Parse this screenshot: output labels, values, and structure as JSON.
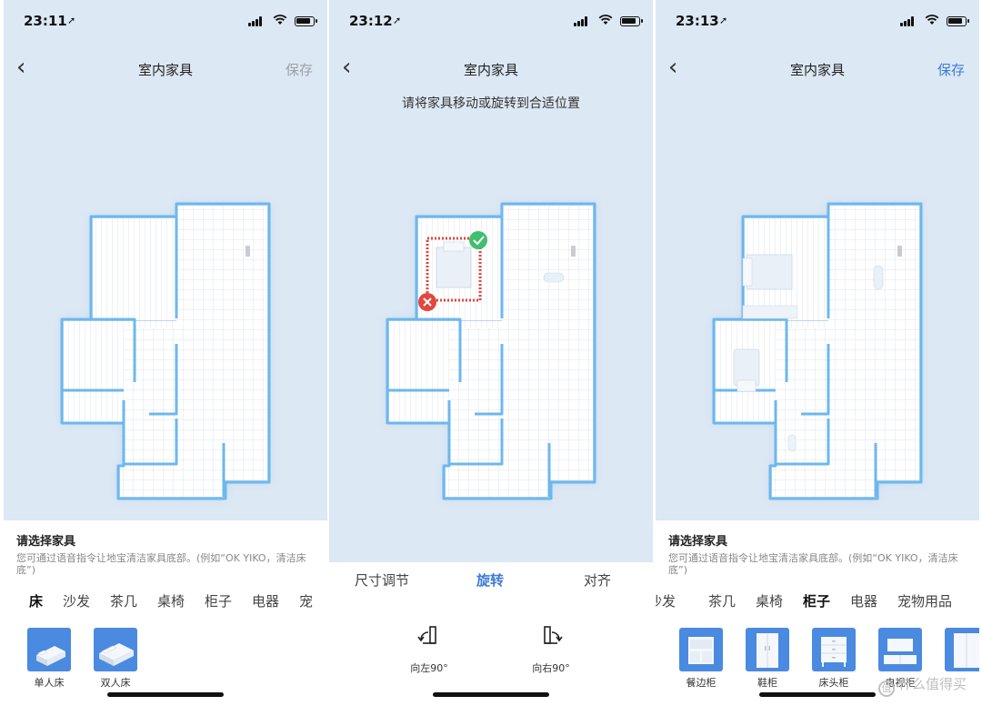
{
  "colors": {
    "accent": "#3d7ad8",
    "map_bg": "#dce8f4",
    "wall": "#6cb8ee",
    "thumb": "#4a8ae0",
    "ok": "#3fbf6f",
    "error": "#e0473e"
  },
  "screen1": {
    "status": {
      "time": "23:11"
    },
    "nav": {
      "title": "室内家具",
      "save": "保存"
    },
    "panel": {
      "title": "请选择家具",
      "desc": "您可通过语音指令让地宝清洁家具底部。(例如“OK YIKO，清洁床底”)",
      "categories": [
        "床",
        "沙发",
        "茶几",
        "桌椅",
        "柜子",
        "电器",
        "宠"
      ],
      "active_category": "床",
      "items": [
        {
          "label": "单人床",
          "icon": "single-bed-icon"
        },
        {
          "label": "双人床",
          "icon": "double-bed-icon"
        }
      ]
    }
  },
  "screen2": {
    "status": {
      "time": "23:12"
    },
    "nav": {
      "title": "室内家具",
      "hint": "请将家具移动或旋转到合适位置"
    },
    "tabs": [
      "尺寸调节",
      "旋转",
      "对齐"
    ],
    "active_tab": "旋转",
    "rotate_left": "向左90°",
    "rotate_right": "向右90°"
  },
  "screen3": {
    "status": {
      "time": "23:13"
    },
    "nav": {
      "title": "室内家具",
      "save": "保存"
    },
    "panel": {
      "title": "请选择家具",
      "desc": "您可通过语音指令让地宝清洁家具底部。(例如“OK YIKO，清洁床底”)",
      "categories": [
        "沙发",
        "茶几",
        "桌椅",
        "柜子",
        "电器",
        "宠物用品"
      ],
      "active_category": "柜子",
      "items": [
        {
          "label": "餐边柜",
          "icon": "sideboard-icon"
        },
        {
          "label": "鞋柜",
          "icon": "shoe-cabinet-icon"
        },
        {
          "label": "床头柜",
          "icon": "nightstand-icon"
        },
        {
          "label": "电视柜",
          "icon": "tv-cabinet-icon"
        },
        {
          "label": "",
          "icon": "wardrobe-icon"
        }
      ]
    }
  },
  "watermark": "什么值得买"
}
